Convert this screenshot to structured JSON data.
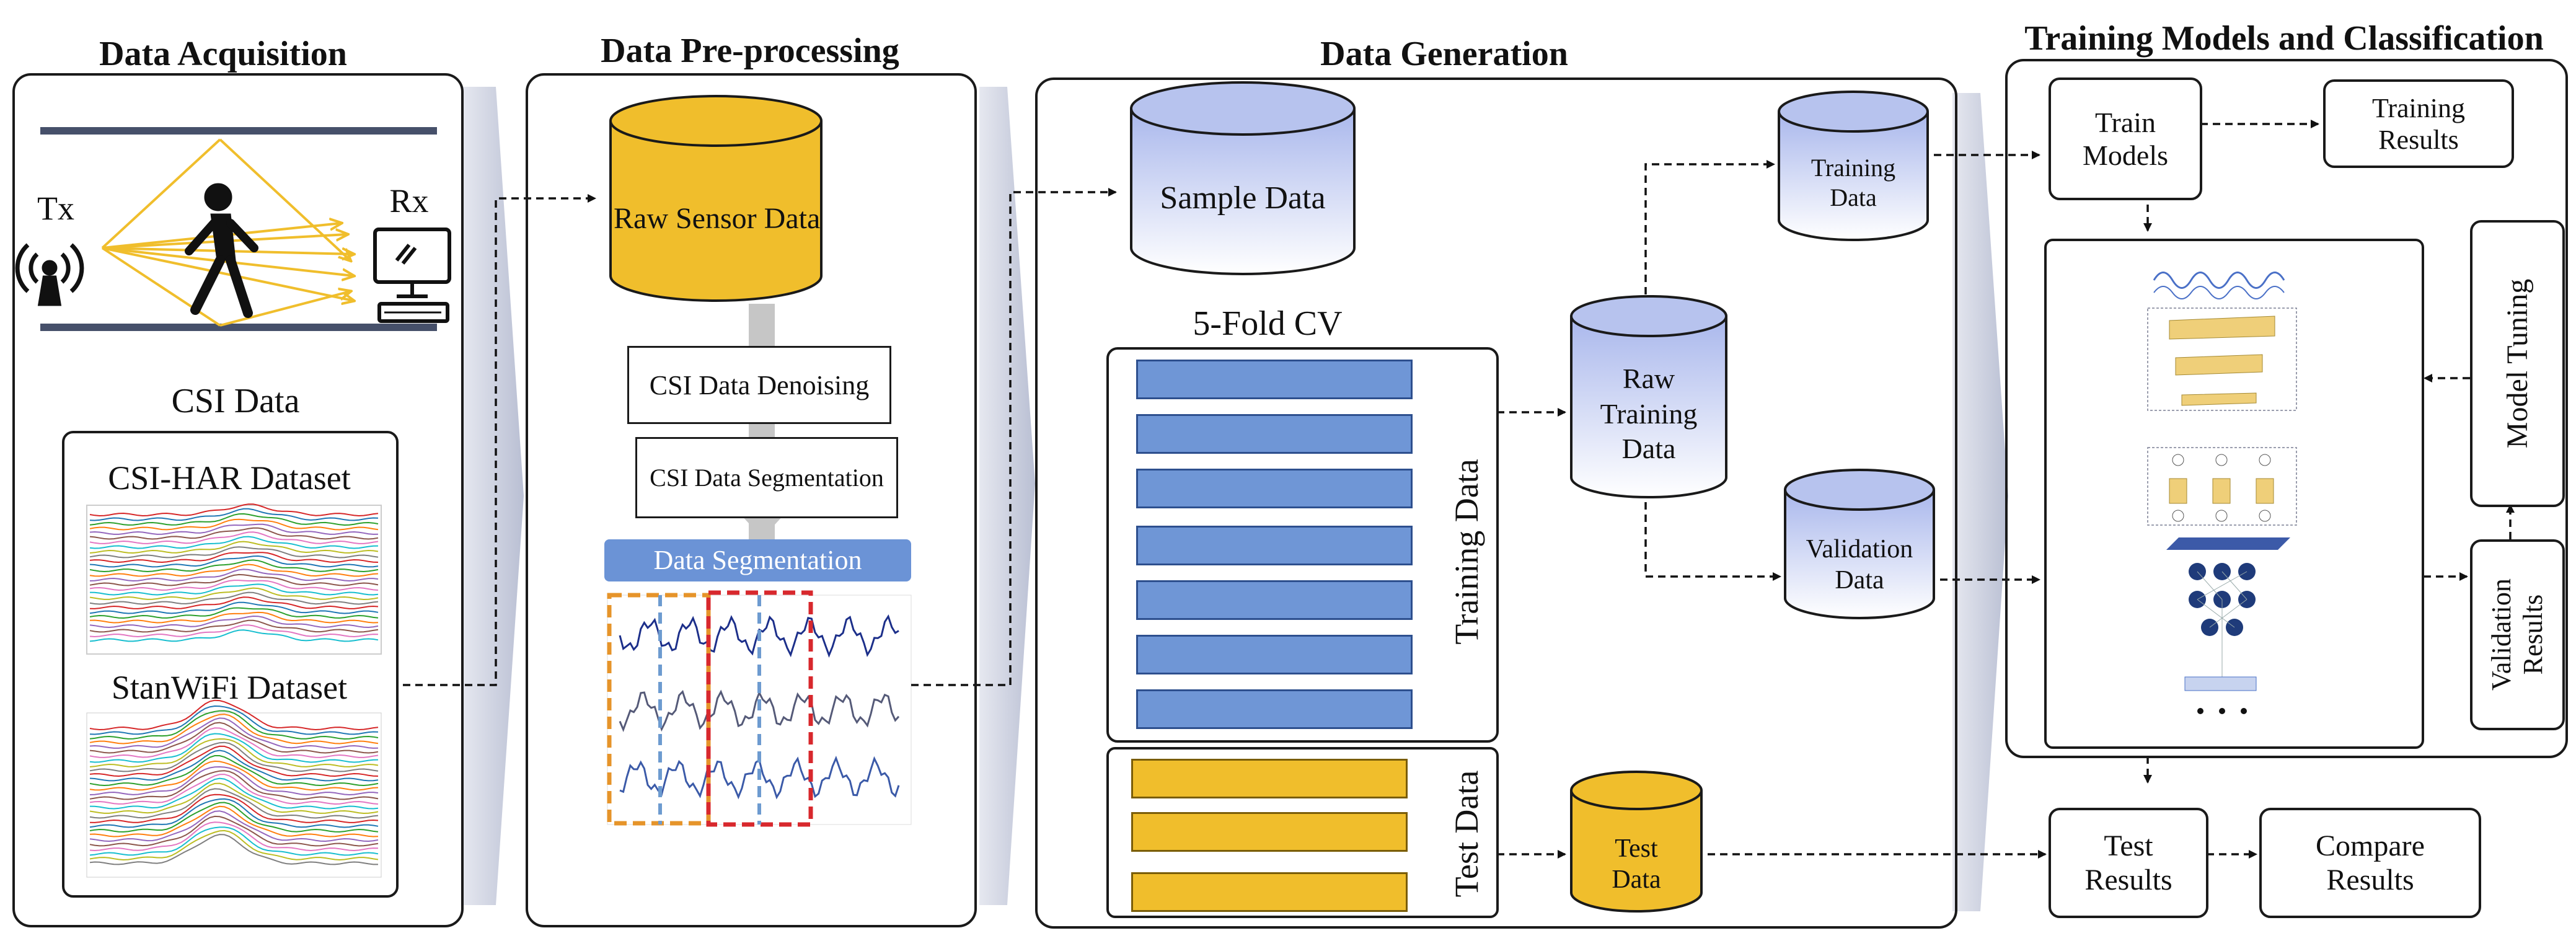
{
  "sections": {
    "acquisition": "Data Acquisition",
    "preprocessing": "Data Pre-processing",
    "generation": "Data Generation",
    "training": "Training Models and Classification"
  },
  "acquisition": {
    "tx": "Tx",
    "rx": "Rx",
    "csi_data": "CSI Data",
    "dataset1": "CSI-HAR Dataset",
    "dataset2": "StanWiFi Dataset"
  },
  "preprocessing": {
    "raw_sensor": "Raw Sensor Data",
    "denoising": "CSI Data Denoising",
    "segmentation_step": "CSI Data Segmentation",
    "segmentation_banner": "Data Segmentation"
  },
  "generation": {
    "sample_data": "Sample Data",
    "cv_label": "5-Fold CV",
    "training_data_label": "Training Data",
    "test_data_label": "Test Data",
    "raw_training_line1": "Raw",
    "raw_training_line2": "Training",
    "raw_training_line3": "Data",
    "training_line1": "Training",
    "training_line2": "Data",
    "validation_line1": "Validation",
    "validation_line2": "Data",
    "test_line1": "Test",
    "test_line2": "Data"
  },
  "training": {
    "train_models_line1": "Train",
    "train_models_line2": "Models",
    "training_results_line1": "Training",
    "training_results_line2": "Results",
    "model_tuning": "Model Tuning",
    "validation_results_line1": "Validation",
    "validation_results_line2": "Results",
    "test_results_line1": "Test",
    "test_results_line2": "Results",
    "compare_results_line1": "Compare",
    "compare_results_line2": "Results"
  },
  "colors": {
    "gold": "#f0be2c",
    "blue_bar": "#6f96d6",
    "cylinder_blue_top": "#b7c3ee",
    "cylinder_blue_bottom": "#ffffff",
    "banner_blue": "#6b93d6",
    "chevron": "#c9cede"
  }
}
